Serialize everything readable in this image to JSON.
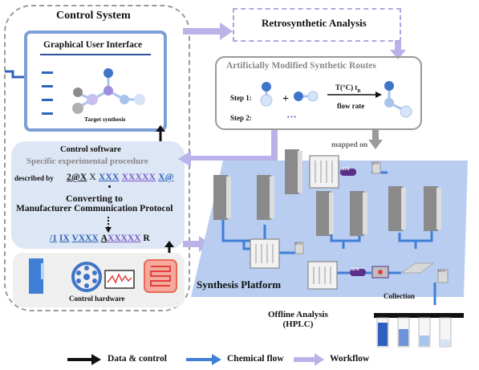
{
  "control_system": {
    "title": "Control System",
    "gui_title": "Graphical User Interface",
    "target_label": "Target synthesis",
    "software_title": "Control software",
    "procedure_title": "Specific experimental procedure",
    "described_by": "described by",
    "code_line_1": [
      "2@X",
      " X ",
      "XXX",
      " ",
      "XXXXX",
      " ",
      "X@"
    ],
    "converting_1": "Converting to",
    "converting_2": "Manufacturer Communication Protocol",
    "code_line_2": [
      "/1",
      " ",
      "IX",
      " ",
      "VXXX",
      " ",
      "A",
      "XXXXX",
      " R"
    ],
    "hardware_label": "Control hardware"
  },
  "retro": {
    "title": "Retrosynthetic  Analysis"
  },
  "routes": {
    "title": "Artificially Modified Synthetic Routes",
    "step1": "Step 1:",
    "step2": "Step 2:",
    "plus": "+",
    "condition": "T(°C)  t",
    "condition_sub": "R",
    "flow_rate": "flow rate",
    "ellipsis": "• • •"
  },
  "platform": {
    "mapped_on": "mapped on",
    "title": "Synthesis Platform",
    "collection": "Collection",
    "bpr": "BPR",
    "box": "BOX"
  },
  "offline": {
    "line1": "Offline Analysis",
    "line2": "(HPLC)"
  },
  "legend": {
    "data_control": "Data & control",
    "chemical_flow": "Chemical flow",
    "workflow": "Workflow"
  },
  "colors": {
    "workflow_arrow": "#b9b3ea",
    "chemical_flow": "#3f7fd6",
    "platform_bg": "#b8cdf0",
    "gui_border": "#7d9ed6",
    "node_blue": "#3f74c9",
    "node_light": "#a9c4ec",
    "node_gray": "#8c8c8c",
    "node_purple": "#9d8ee0"
  }
}
